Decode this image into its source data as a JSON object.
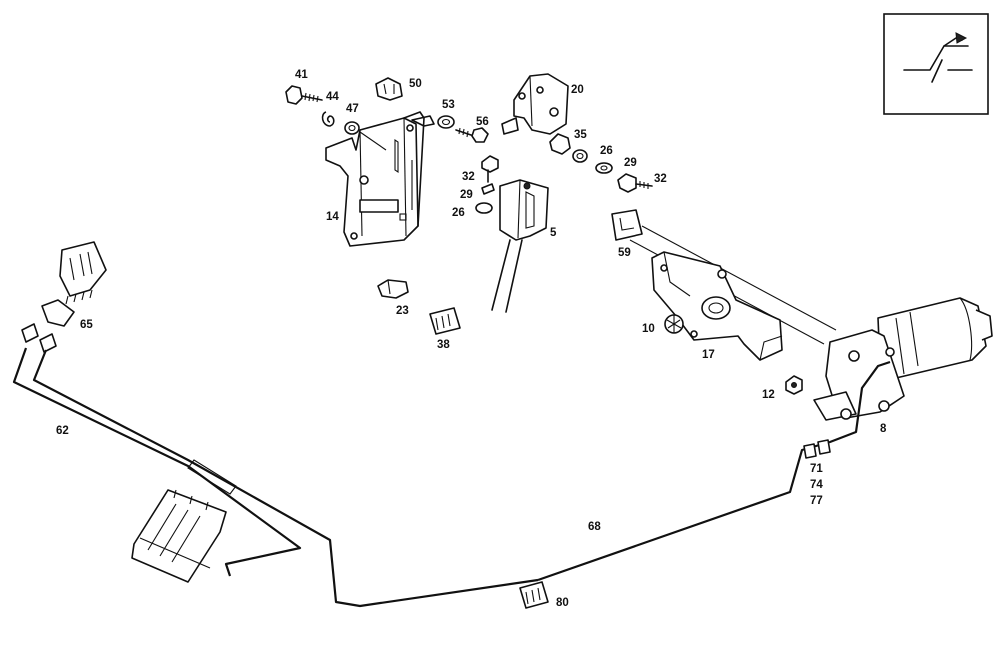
{
  "labels": {
    "p41": "41",
    "p44": "44",
    "p47": "47",
    "p50": "50",
    "p53": "53",
    "p56": "56",
    "p20": "20",
    "p35": "35",
    "p26a": "26",
    "p29a": "29",
    "p32a": "32",
    "p32b": "32",
    "p29b": "29",
    "p26b": "26",
    "p14": "14",
    "p5": "5",
    "p59": "59",
    "p23": "23",
    "p38": "38",
    "p65": "65",
    "p10": "10",
    "p17": "17",
    "p12": "12",
    "p8": "8",
    "p62": "62",
    "p68": "68",
    "p71": "71",
    "p74": "74",
    "p77": "77",
    "p80": "80"
  },
  "legend_icon": "wiper-interval-symbol"
}
